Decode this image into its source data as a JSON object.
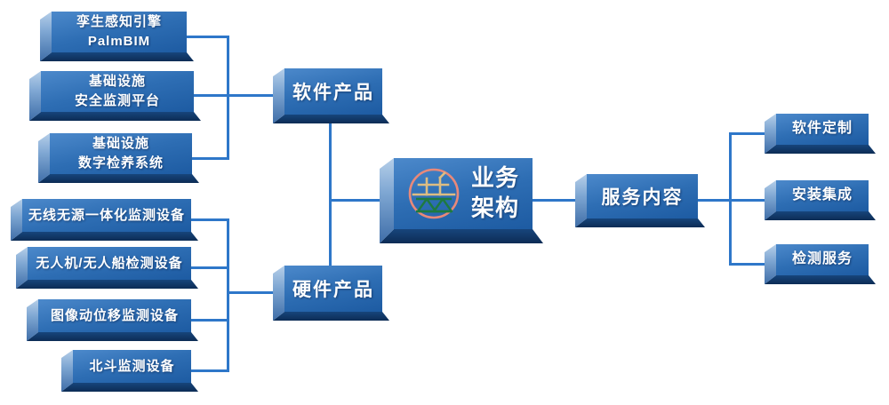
{
  "title": "业务架构",
  "colors": {
    "box_face": "#2e6eb4",
    "box_side_light": "#b6cfe9",
    "box_bottom_dark": "#0d2c55",
    "connector": "#2e77c9",
    "text": "#ffffff",
    "logo_ring": "#e8897a",
    "logo_gold": "#ddbd82",
    "logo_green": "#1e7a40"
  },
  "center": {
    "lines": [
      "业务",
      "架构"
    ],
    "logo": "civil-engineering-logo"
  },
  "software": {
    "label": "软件产品",
    "items": [
      {
        "lines": [
          "孪生感知引擎",
          "PalmBIM"
        ]
      },
      {
        "lines": [
          "基础设施",
          "安全监测平台"
        ]
      },
      {
        "lines": [
          "基础设施",
          "数字检养系统"
        ]
      }
    ]
  },
  "hardware": {
    "label": "硬件产品",
    "items": [
      {
        "label": "无线无源一体化监测设备"
      },
      {
        "label": "无人机/无人船检测设备"
      },
      {
        "label": "图像动位移监测设备"
      },
      {
        "label": "北斗监测设备"
      }
    ]
  },
  "service": {
    "label": "服务内容",
    "items": [
      {
        "label": "软件定制"
      },
      {
        "label": "安装集成"
      },
      {
        "label": "检测服务"
      }
    ]
  },
  "connections": [
    {
      "from": "孪生感知引擎 PalmBIM",
      "to": "软件产品"
    },
    {
      "from": "基础设施 安全监测平台",
      "to": "软件产品"
    },
    {
      "from": "基础设施 数字检养系统",
      "to": "软件产品"
    },
    {
      "from": "无线无源一体化监测设备",
      "to": "硬件产品"
    },
    {
      "from": "无人机/无人船检测设备",
      "to": "硬件产品"
    },
    {
      "from": "图像动位移监测设备",
      "to": "硬件产品"
    },
    {
      "from": "北斗监测设备",
      "to": "硬件产品"
    },
    {
      "from": "软件产品",
      "to": "业务架构"
    },
    {
      "from": "硬件产品",
      "to": "业务架构"
    },
    {
      "from": "业务架构",
      "to": "服务内容"
    },
    {
      "from": "服务内容",
      "to": "软件定制"
    },
    {
      "from": "服务内容",
      "to": "安装集成"
    },
    {
      "from": "服务内容",
      "to": "检测服务"
    }
  ]
}
